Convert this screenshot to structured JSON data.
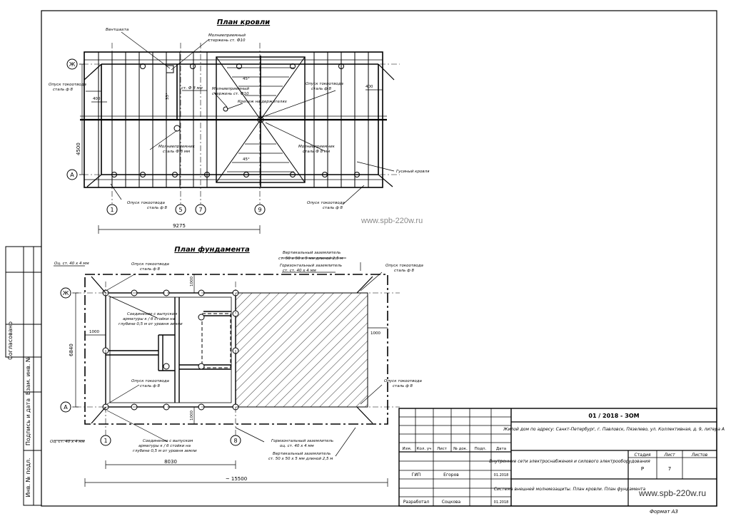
{
  "roof": {
    "title": "План кровли",
    "labels": {
      "ventshakhta": "Вентшахта",
      "mp1": "Молниеприемный",
      "mp2": "стержень ст. Ф10",
      "ml_left1": "Опуск токоотвода",
      "ml_left2": "сталь ф 8",
      "st8_top": "ст. Ф 8 мм",
      "mp_mid1": "Молниеприемный",
      "mp_mid2": "стержень ст. Ф10",
      "conn": "Крепеж на держателях",
      "rab_l1": "Молниеприемник",
      "rab_l2": "сталь Ф 8 мм",
      "mp_r1": "Молниеприемник",
      "mp_r2": "сталь Ф 8 мм",
      "ml_right1": "Опуск токоотвода",
      "ml_right2": "сталь ф 8",
      "roof_kind": "Гусиный кровля",
      "bot1": "Опуск токоотвода",
      "bot2": "сталь ф 8",
      "bot3": "Опуск токоотвода",
      "bot4": "сталь ф 8",
      "ang1": "45°",
      "ang2": "45°",
      "ang3": "33°"
    },
    "dims": {
      "d400a": "400",
      "d400b": "400",
      "d4500": "4500",
      "d9275": "9275"
    },
    "axes": {
      "zh": "Ж",
      "a": "А",
      "n1": "1",
      "n5": "5",
      "n7": "7",
      "n9": "9"
    }
  },
  "found": {
    "title": "План фундамента",
    "labels": {
      "vz1": "Вертикальный заземлитель",
      "vz2": "ст. 50 х 50 х 5 мм длиной 2,5 м",
      "gz1": "Горизонтальный заземлитель",
      "gz2": "ст. ст. 40 х 4 мм",
      "oc_tl": "Оц. ст. 40 х 4 мм",
      "op_t1": "Опуск токоотвода",
      "op_t2": "сталь ф 8",
      "op_tr1": "Опуск токоотвода",
      "op_tr2": "сталь ф 8",
      "sv1": "Соединение с выпуском",
      "sv2": "арматуры к / б стойки на",
      "sv3": "глубине 0,5 м от уровня земли",
      "op_ml1": "Опуск токоотвода",
      "op_ml2": "сталь ф 8",
      "op_mr1": "Опуск токоотвода",
      "op_mr2": "сталь ф 8",
      "oc_bl": "Оц. ст. 40 х 4 мм",
      "sb1": "Соединение с выпуском",
      "sb2": "арматуры к / б стойки на",
      "sb3": "глубине 0,5 м от уровня земли",
      "gzb1": "Горизонтальный заземлитель",
      "gzb2": "оц. ст. 40 х 4 мм",
      "vzb1": "Вертикальный заземлитель",
      "vzb2": "ст. 50 х 50 х 5 мм длиной 2,5 м"
    },
    "dims": {
      "d1000a": "1000",
      "d1000b": "1000",
      "d1000c": "1000",
      "d1000d": "1000",
      "d6840": "6840",
      "d8030": "8030",
      "d15500": "~ 15500"
    },
    "axes": {
      "zh": "Ж",
      "a": "А",
      "n1": "1",
      "n8": "8"
    }
  },
  "side": {
    "soglasovano": "Согласовано",
    "vzam": "Взам. инв. №",
    "podp": "Подпись и дата",
    "inv": "Инв. № подл."
  },
  "stamp": {
    "code": "01 / 2018 - ЗОМ",
    "object": "Жилой дом по адресу: Санкт-Петербург, г. Павловск, Пязелево, ул. Коллективная, д. 9, литера А",
    "system": "Внутренние сети электроснабжения и силового электрооборудования",
    "sheet_title": "Система внешней молниезащиты. План кровли. План фундамента",
    "h_izm": "Изм.",
    "h_kol": "Кол. уч",
    "h_list": "Лист",
    "h_ndok": "№ док.",
    "h_podp": "Подп.",
    "h_data": "Дата",
    "gip": "ГИП",
    "gip_name": "Егоров",
    "gip_date": "01.2018",
    "razr": "Разработал",
    "razr_name": "Соцкова",
    "razr_date": "01.2018",
    "stadiya": "Стадия",
    "list": "Лист",
    "listov": "Листов",
    "stadiya_val": "Р",
    "list_val": "7",
    "site": "www.spb-220w.ru",
    "format": "Формат А3"
  },
  "watermark": "www.spb-220w.ru"
}
